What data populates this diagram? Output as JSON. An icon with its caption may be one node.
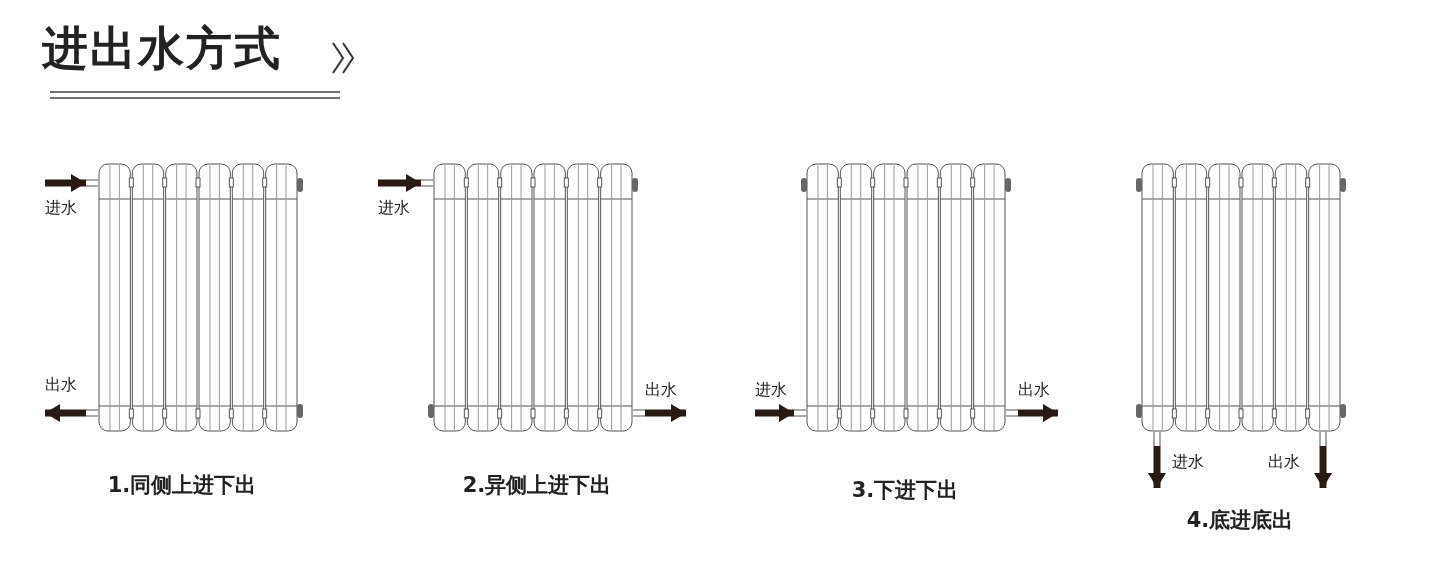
{
  "diagram": {
    "title": "进出水方式",
    "nodes": [
      {
        "text": [],
        "shape": "picture",
        "beside": [
          "1.同侧上进下出"
        ]
      },
      {
        "text": [],
        "shape": "picture",
        "beside": [
          "2.异侧上进下出"
        ]
      },
      {
        "text": [],
        "shape": "picture",
        "beside": [
          "3.下进下出"
        ]
      },
      {
        "text": [],
        "shape": "picture",
        "beside": [
          "4.底进底出"
        ]
      }
    ],
    "edges": [
      {
        "from": null,
        "to": 0,
        "arrow": "to",
        "label": "进水"
      },
      {
        "from": 0,
        "to": null,
        "arrow": "to",
        "label": "出水"
      },
      {
        "from": null,
        "to": 1,
        "arrow": "to",
        "label": "进水"
      },
      {
        "from": 1,
        "to": null,
        "arrow": "to",
        "label": "出水"
      },
      {
        "from": null,
        "to": 2,
        "arrow": "to",
        "label": "进水"
      },
      {
        "from": 2,
        "to": null,
        "arrow": "to",
        "label": "出水"
      },
      {
        "from": 3,
        "to": null,
        "arrow": "to",
        "label": "进水"
      },
      {
        "from": 3,
        "to": null,
        "arrow": "to",
        "label": "出水"
      }
    ]
  }
}
